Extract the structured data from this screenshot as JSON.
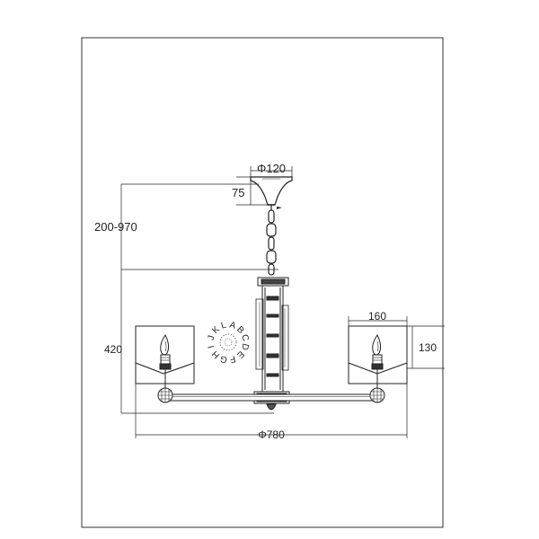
{
  "dimensions": {
    "canopy_diameter": "Φ120",
    "canopy_height": "75",
    "drop_range": "200-970",
    "body_height": "420",
    "shade_width": "160",
    "shade_height": "130",
    "total_diameter": "Φ780"
  },
  "crystal_letters": [
    "A",
    "B",
    "C",
    "D",
    "E",
    "F",
    "G",
    "H",
    "I",
    "J",
    "K",
    "L"
  ]
}
